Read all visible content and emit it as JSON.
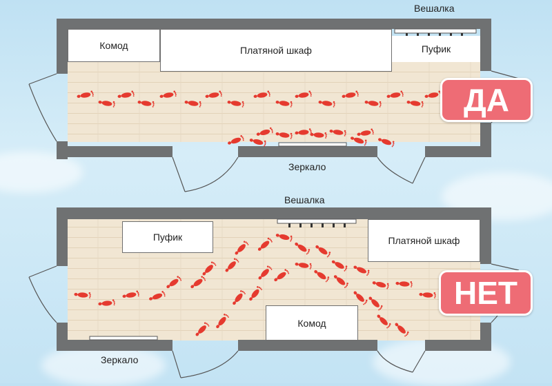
{
  "colors": {
    "wall": "#6f7172",
    "floor": "#efe3cf",
    "footprint": "#e53a2f",
    "verdict_bg": "#ee6c75",
    "background": "#cfe8f6"
  },
  "top_plan": {
    "hanger_label": "Вешалка",
    "dresser_label": "Комод",
    "wardrobe_label": "Платяной шкаф",
    "ottoman_label": "Пуфик",
    "mirror_label": "Зеркало",
    "verdict": "ДА"
  },
  "bottom_plan": {
    "hanger_label": "Вешалка",
    "ottoman_label": "Пуфик",
    "wardrobe_label": "Платяной шкаф",
    "dresser_label": "Комод",
    "mirror_label": "Зеркало",
    "verdict": "НЕТ"
  },
  "icons": [
    "footprint-icon",
    "door-swing-icon",
    "hanger-hook-icon"
  ]
}
